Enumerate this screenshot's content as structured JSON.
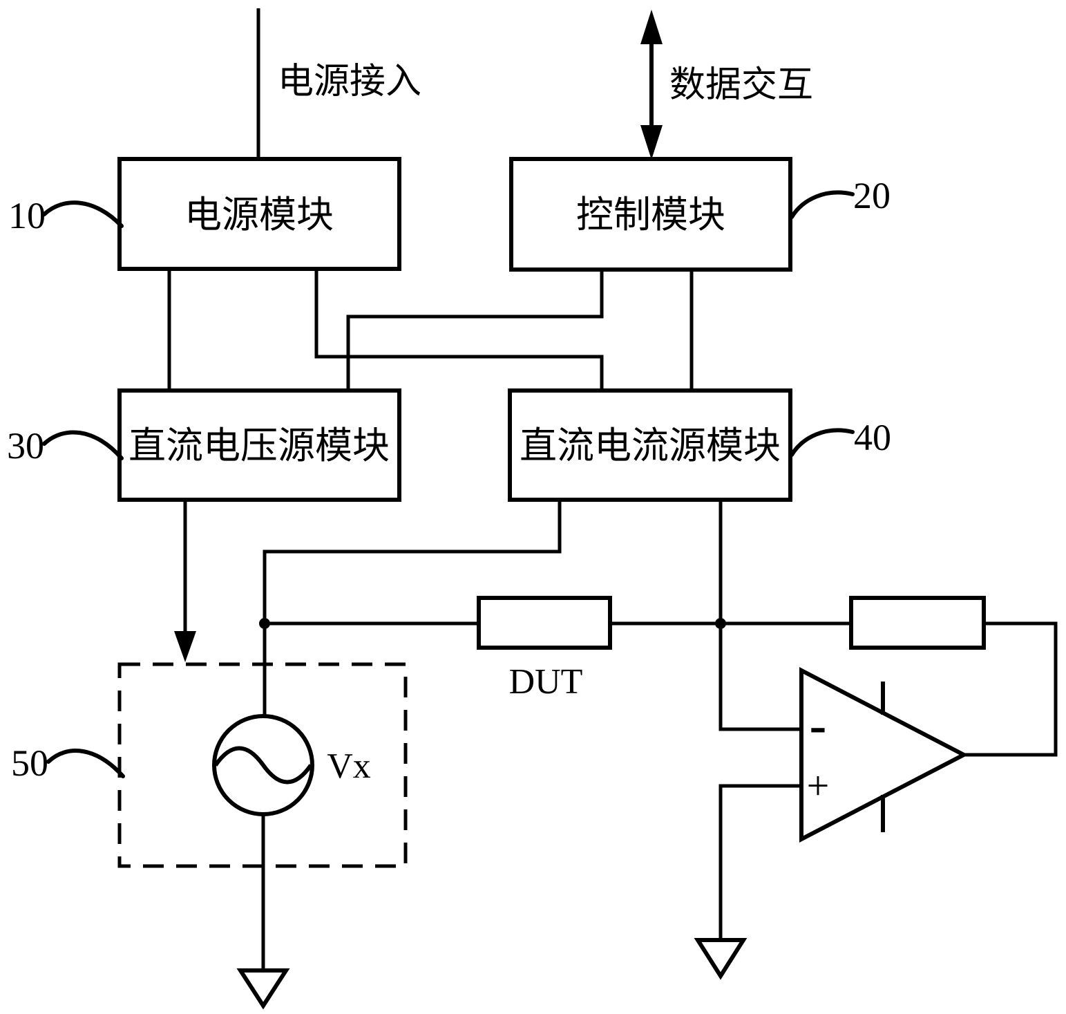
{
  "canvas": {
    "background": "#ffffff",
    "ink": "#000000"
  },
  "annotations": {
    "power_input": "电源接入",
    "data_exchange": "数据交互"
  },
  "blocks": {
    "power": {
      "label": "电源模块",
      "ref": "10"
    },
    "control": {
      "label": "控制模块",
      "ref": "20"
    },
    "dc_voltage": {
      "label": "直流电压源模块",
      "ref": "30"
    },
    "dc_current": {
      "label": "直流电流源模块",
      "ref": "40"
    }
  },
  "dashed_region": {
    "ref": "50"
  },
  "components": {
    "dut_label": "DUT",
    "source_label": "Vx",
    "opamp_minus": "-",
    "opamp_plus": "+"
  }
}
